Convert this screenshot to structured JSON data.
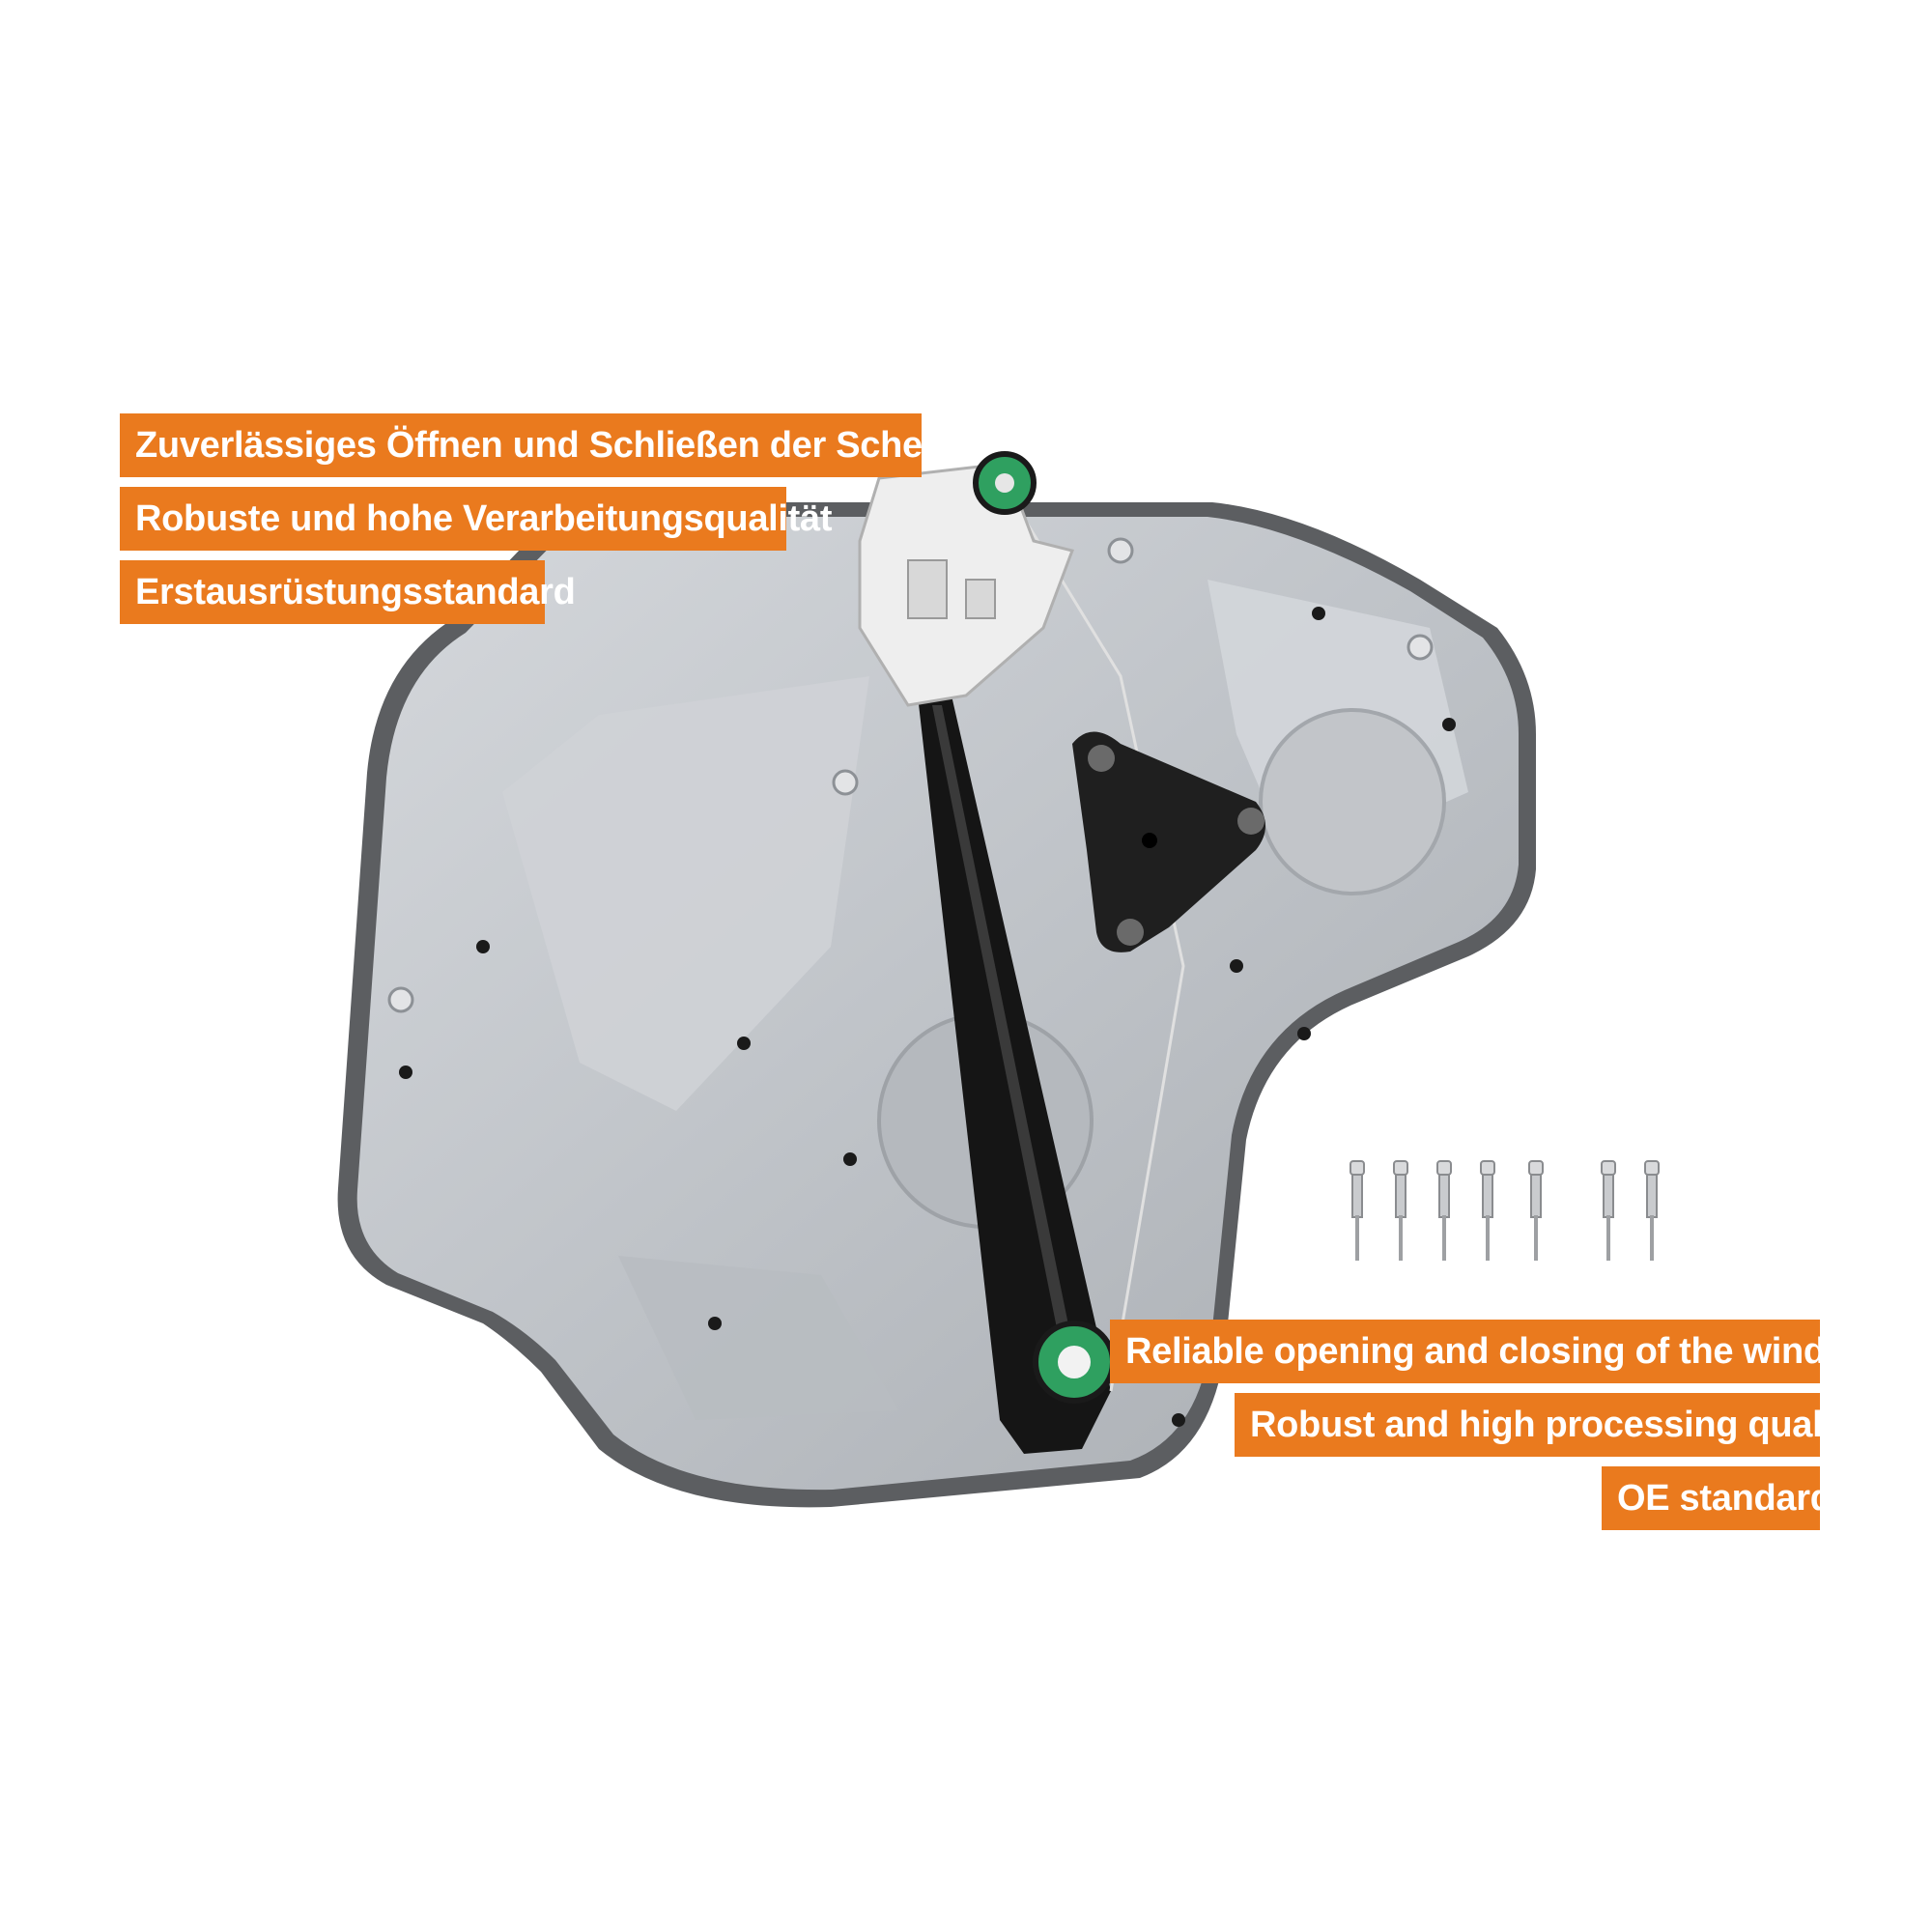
{
  "features_de": [
    "Zuverlässiges Öffnen und Schließen der Scheibe",
    "Robuste und hohe Verarbeitungsqualität",
    "Erstausrüstungsstandard"
  ],
  "features_en": [
    "Reliable opening and closing of the window",
    "Robust and high processing quality",
    "OE standard"
  ],
  "colors": {
    "badge": "#ea7a1e",
    "badge_text": "#ffffff",
    "plate": "#c9ccd0",
    "rail": "#151515",
    "pulley": "#2fa060",
    "carrier": "#eeeeee"
  },
  "icons": {
    "product": "window-regulator-plate-image",
    "rivet": "blind-rivet-icon"
  },
  "rivet_count": 7
}
